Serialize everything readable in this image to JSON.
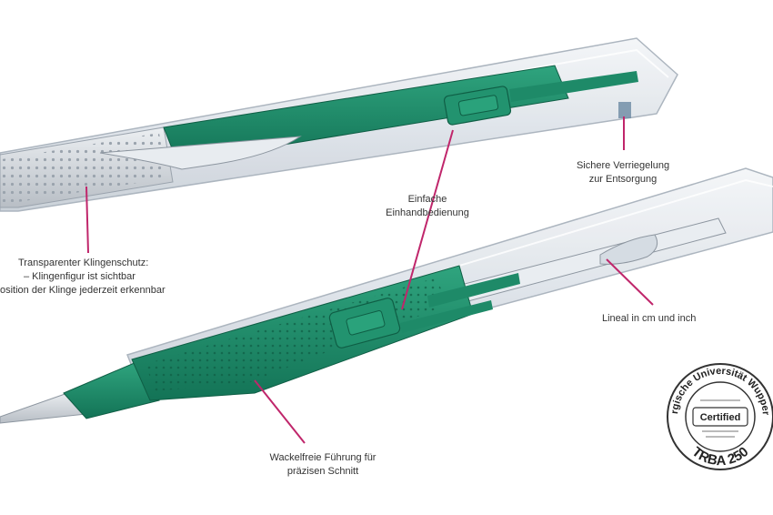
{
  "colors": {
    "accent_green": "#1e8a68",
    "green_dark": "#146b50",
    "pointer_magenta": "#c0266b",
    "text": "#333333"
  },
  "callouts": {
    "transparent_guard": {
      "lines": [
        "Transparenter Klingenschutz:",
        "– Klingenfigur ist sichtbar",
        "osition der Klinge jederzeit erkennbar"
      ]
    },
    "one_hand": {
      "lines": [
        "Einfache",
        "Einhandbedienung"
      ]
    },
    "lock": {
      "lines": [
        "Sichere Verriegelung",
        "zur Entsorgung"
      ]
    },
    "ruler": {
      "lines": [
        "Lineal in cm und inch"
      ]
    },
    "grip": {
      "lines": [
        "Wackelfreie Führung für",
        "präzisen Schnitt"
      ]
    }
  },
  "seal": {
    "arc_text": "Bergische Universität Wuppertal",
    "badge": "Certified",
    "bottom_text": "TRBA 250"
  }
}
